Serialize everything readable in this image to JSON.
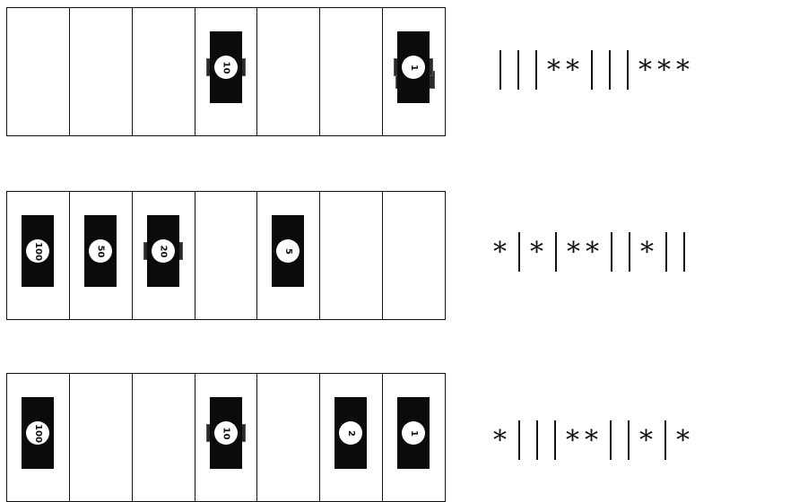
{
  "rows": [
    {
      "slots": [
        {
          "label": "",
          "count": 0
        },
        {
          "label": "",
          "count": 0
        },
        {
          "label": "",
          "count": 0
        },
        {
          "label": "10",
          "count": 2
        },
        {
          "label": "",
          "count": 0
        },
        {
          "label": "",
          "count": 0
        },
        {
          "label": "1",
          "count": 3
        }
      ],
      "code": [
        "|",
        "|",
        "|",
        "*",
        "*",
        "|",
        "|",
        "|",
        "*",
        "*",
        "*"
      ]
    },
    {
      "slots": [
        {
          "label": "100",
          "count": 1
        },
        {
          "label": "50",
          "count": 1
        },
        {
          "label": "20",
          "count": 2
        },
        {
          "label": "",
          "count": 0
        },
        {
          "label": "5",
          "count": 1
        },
        {
          "label": "",
          "count": 0
        },
        {
          "label": "",
          "count": 0
        }
      ],
      "code": [
        "*",
        "|",
        "*",
        "|",
        "*",
        "*",
        "|",
        "|",
        "*",
        "|",
        "|"
      ]
    },
    {
      "slots": [
        {
          "label": "100",
          "count": 1
        },
        {
          "label": "",
          "count": 0
        },
        {
          "label": "",
          "count": 0
        },
        {
          "label": "10",
          "count": 2
        },
        {
          "label": "",
          "count": 0
        },
        {
          "label": "2",
          "count": 1
        },
        {
          "label": "1",
          "count": 1
        }
      ],
      "code": [
        "*",
        "|",
        "|",
        "|",
        "*",
        "*",
        "|",
        "|",
        "*",
        "|",
        "*"
      ]
    }
  ]
}
